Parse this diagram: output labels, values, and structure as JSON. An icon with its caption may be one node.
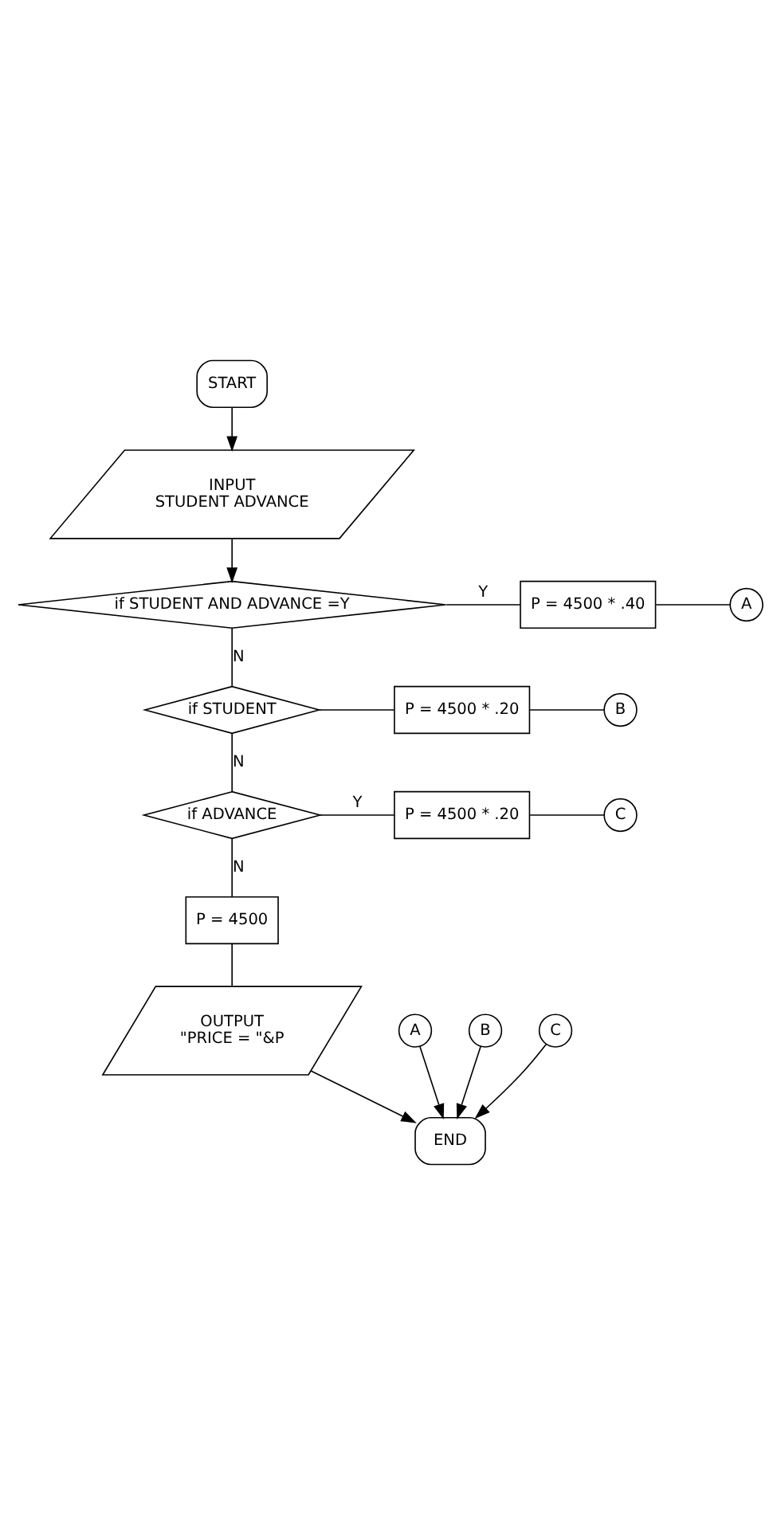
{
  "diagram": {
    "nodes": [
      {
        "text": [
          "START"
        ]
      },
      {
        "text": [
          "INPUT",
          "STUDENT ADVANCE"
        ]
      },
      {
        "text": [
          "if STUDENT AND ADVANCE =Y"
        ]
      },
      {
        "text": [
          "P = 4500 * .40"
        ]
      },
      {
        "text": [
          "A"
        ]
      },
      {
        "text": [
          "if STUDENT"
        ]
      },
      {
        "text": [
          "P = 4500 * .20"
        ]
      },
      {
        "text": [
          "B"
        ]
      },
      {
        "text": [
          "if ADVANCE"
        ]
      },
      {
        "text": [
          "P = 4500 * .20"
        ]
      },
      {
        "text": [
          "C"
        ]
      },
      {
        "text": [
          "P = 4500"
        ]
      },
      {
        "text": [
          "OUTPUT",
          "\"PRICE = \"&P"
        ]
      },
      {
        "text": [
          "A"
        ]
      },
      {
        "text": [
          "B"
        ]
      },
      {
        "text": [
          "C"
        ]
      },
      {
        "text": [
          "END"
        ]
      }
    ],
    "edges": [
      {
        "from": 0,
        "to": 1,
        "arrow": "to"
      },
      {
        "from": 1,
        "to": 2,
        "arrow": "to"
      },
      {
        "from": 2,
        "to": 3,
        "arrow": "none",
        "label": "Y"
      },
      {
        "from": 3,
        "to": 4,
        "arrow": "none"
      },
      {
        "from": 2,
        "to": 5,
        "arrow": "none",
        "label": "N"
      },
      {
        "from": 5,
        "to": 6,
        "arrow": "none"
      },
      {
        "from": 6,
        "to": 7,
        "arrow": "none"
      },
      {
        "from": 5,
        "to": 8,
        "arrow": "none",
        "label": "N"
      },
      {
        "from": 8,
        "to": 9,
        "arrow": "none",
        "label": "Y"
      },
      {
        "from": 9,
        "to": 10,
        "arrow": "none"
      },
      {
        "from": 8,
        "to": 11,
        "arrow": "none",
        "label": "N"
      },
      {
        "from": 11,
        "to": 12,
        "arrow": "none"
      },
      {
        "from": 12,
        "to": 16,
        "arrow": "to"
      },
      {
        "from": 13,
        "to": 16,
        "arrow": "to"
      },
      {
        "from": 14,
        "to": 16,
        "arrow": "to"
      },
      {
        "from": 15,
        "to": 16,
        "arrow": "to"
      }
    ]
  }
}
